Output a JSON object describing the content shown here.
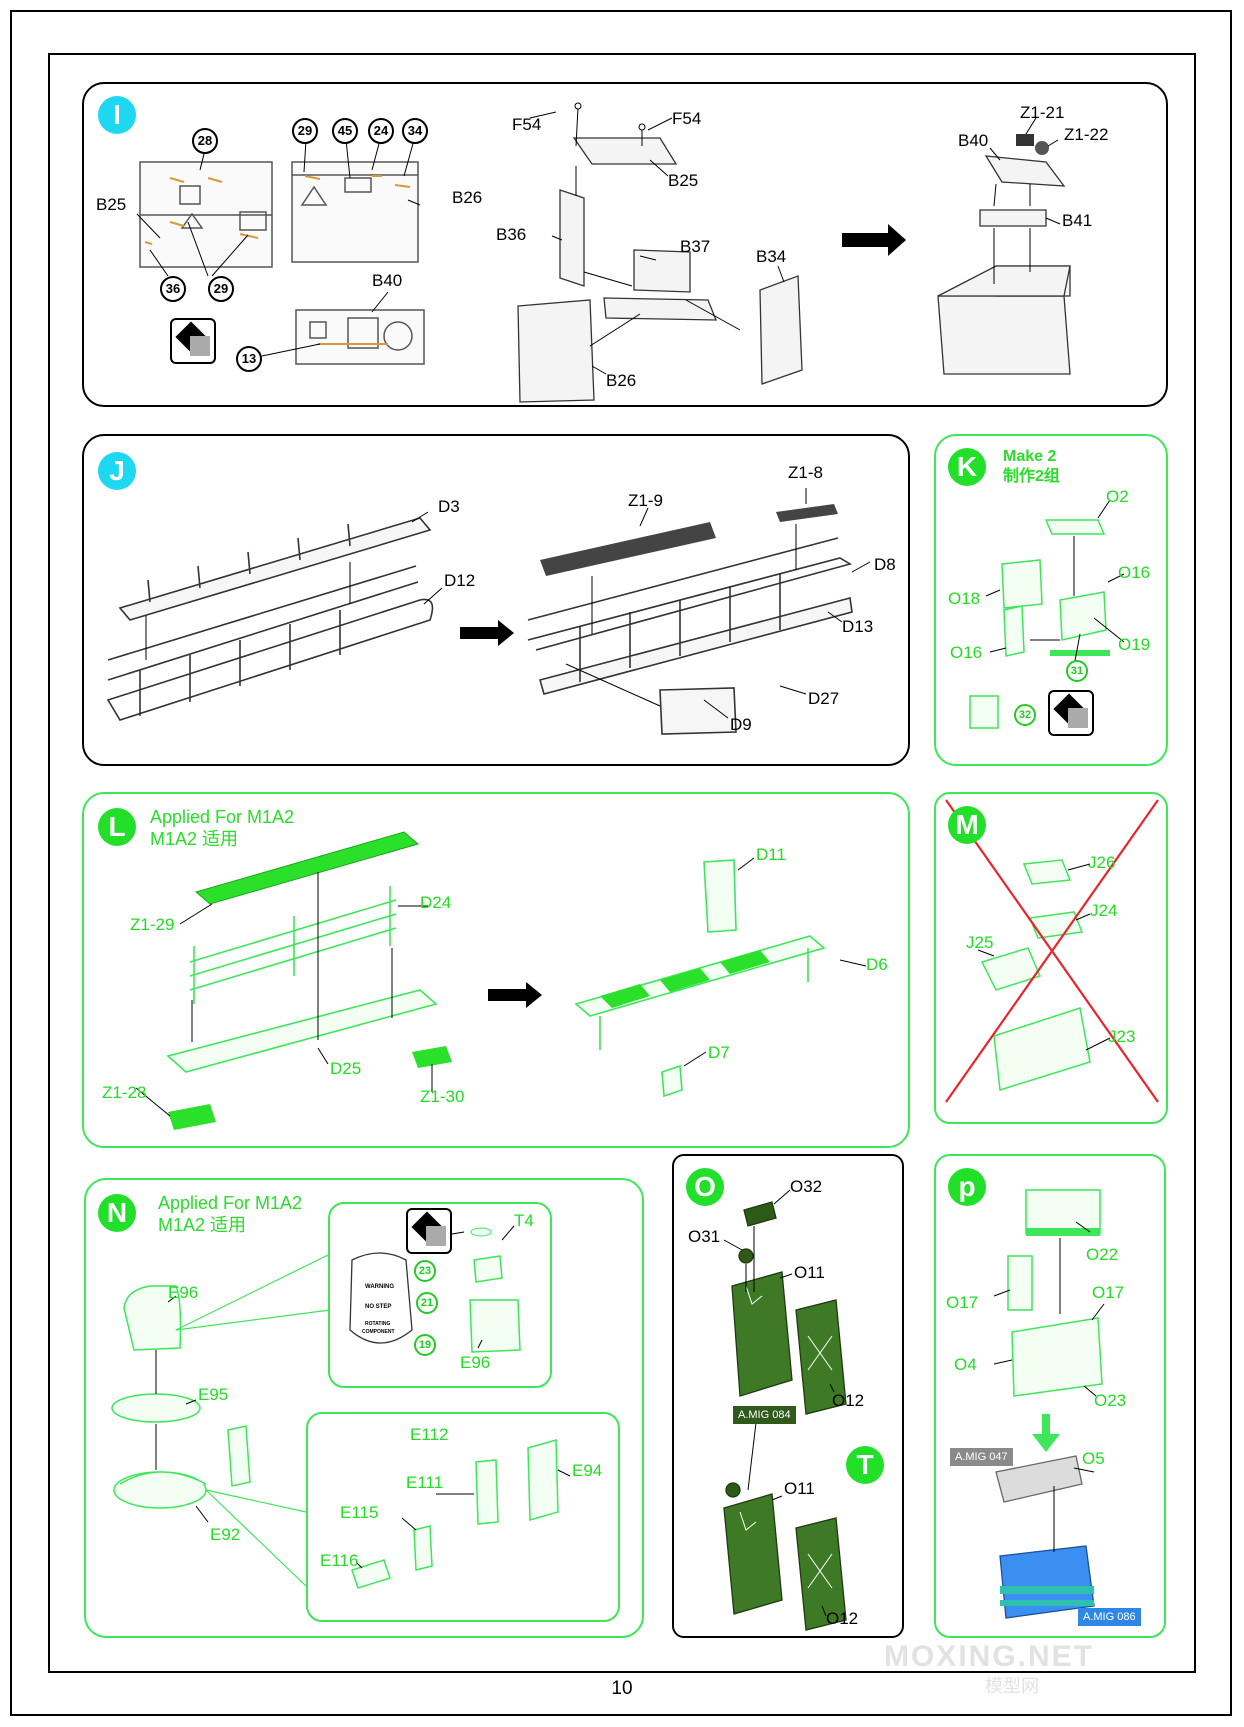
{
  "page": {
    "number": "10",
    "watermark": "MOXING.NET",
    "watermark_sub": "模型网"
  },
  "steps": {
    "I": {
      "badge": "I",
      "labels": [
        "B25",
        "B26",
        "B40",
        "F54",
        "F54",
        "B25",
        "B36",
        "B37",
        "B34",
        "B26",
        "B40",
        "Z1-21",
        "Z1-22",
        "B41"
      ],
      "decals": [
        "28",
        "29",
        "45",
        "24",
        "34",
        "36",
        "29",
        "13"
      ]
    },
    "J": {
      "badge": "J",
      "labels": [
        "D3",
        "D12",
        "Z1-9",
        "Z1-8",
        "D8",
        "D13",
        "D27",
        "D9"
      ]
    },
    "K": {
      "badge": "K",
      "note_en": "Make 2",
      "note_cn": "制作2组",
      "labels": [
        "O2",
        "O18",
        "O16",
        "O16",
        "O19"
      ],
      "decals": [
        "31",
        "32"
      ]
    },
    "L": {
      "badge": "L",
      "note_en": "Applied For M1A2",
      "note_cn": "M1A2 适用",
      "labels": [
        "Z1-29",
        "D24",
        "D25",
        "Z1-28",
        "Z1-30",
        "D11",
        "D6",
        "D7"
      ]
    },
    "M": {
      "badge": "M",
      "labels": [
        "J26",
        "J24",
        "J25",
        "J23"
      ]
    },
    "N": {
      "badge": "N",
      "note_en": "Applied For M1A2",
      "note_cn": "M1A2 适用",
      "labels": [
        "E96",
        "E95",
        "E92",
        "T4",
        "E96",
        "E112",
        "E111",
        "E94",
        "E115",
        "E116"
      ],
      "decals": [
        "23",
        "21",
        "19"
      ],
      "decal_text": [
        "WARNING",
        "NO STEP",
        "ROTATING",
        "COMPONENT"
      ]
    },
    "O": {
      "badge": "O",
      "labels": [
        "O32",
        "O31",
        "O11",
        "O12",
        "O11",
        "O12"
      ],
      "paint": "A.MIG 084"
    },
    "T": {
      "badge": "T"
    },
    "P": {
      "badge": "p",
      "labels": [
        "O22",
        "O17",
        "O17",
        "O4",
        "O23",
        "O5"
      ],
      "paints": [
        "A.MIG 047",
        "A.MIG 086"
      ]
    }
  },
  "colors": {
    "cyan_badge": "#1ed7f0",
    "green_badge": "#22e02a",
    "part_green": "#3ee65a",
    "olive": "#3e7a26",
    "blue": "#3a8ff0",
    "red_cross": "#e8262a"
  }
}
